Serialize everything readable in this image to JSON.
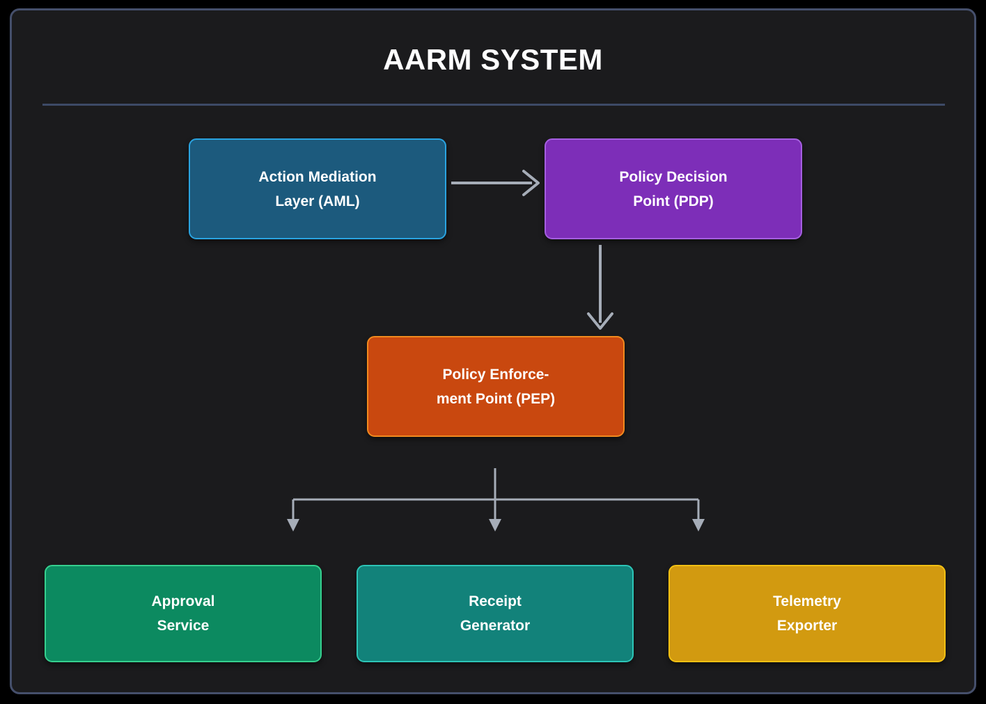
{
  "page": {
    "title": "AARM SYSTEM",
    "background_color": "#000000",
    "panel_background_color": "#1b1b1d",
    "panel_border_color": "#454f6b",
    "divider_color": "#3d4a66",
    "arrow_color": "#a6adb8",
    "text_color": "#ffffff"
  },
  "diagram": {
    "nodes": [
      {
        "id": "aml",
        "line1": "Action Mediation",
        "line2": "Layer (AML)",
        "fill": "#1c5a7d",
        "border": "#2aa3e0"
      },
      {
        "id": "pdp",
        "line1": "Policy Decision",
        "line2": "Point (PDP)",
        "fill": "#7d2eb8",
        "border": "#a55fe0"
      },
      {
        "id": "pep",
        "line1": "Policy Enforce-",
        "line2": "ment Point (PEP)",
        "fill": "#c9480f",
        "border": "#f28a1f"
      },
      {
        "id": "approval",
        "line1": "Approval",
        "line2": "Service",
        "fill": "#0c8a60",
        "border": "#36d08f"
      },
      {
        "id": "receipt",
        "line1": "Receipt",
        "line2": "Generator",
        "fill": "#12827a",
        "border": "#2dc5b7"
      },
      {
        "id": "telemetry",
        "line1": "Telemetry",
        "line2": "Exporter",
        "fill": "#d29a10",
        "border": "#f2c013"
      }
    ],
    "edges": [
      {
        "from": "aml",
        "to": "pdp"
      },
      {
        "from": "pdp",
        "to": "pep"
      },
      {
        "from": "pep",
        "to": "approval"
      },
      {
        "from": "pep",
        "to": "receipt"
      },
      {
        "from": "pep",
        "to": "telemetry"
      }
    ]
  }
}
